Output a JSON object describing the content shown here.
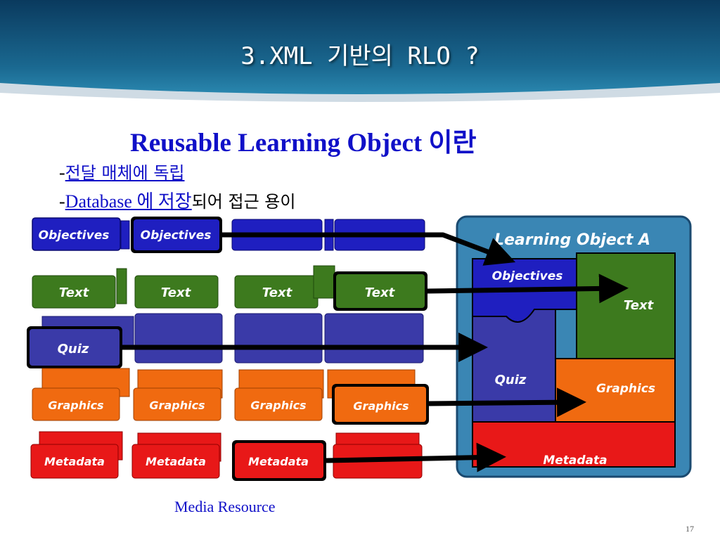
{
  "slide": {
    "title": "3.XML 기반의 RLO ?",
    "heading": "Reusable Learning Object 이란",
    "bullets": [
      {
        "dash": "-",
        "link": "전달 매체에 독립",
        "rest": ""
      },
      {
        "dash": "-",
        "link": "Database 에 저장",
        "rest": "되어 접근 용이"
      }
    ],
    "caption": "Media Resource",
    "page_number": "17"
  },
  "diagram": {
    "labels": {
      "objectives": "Objectives",
      "text": "Text",
      "quiz": "Quiz",
      "graphics": "Graphics",
      "metadata": "Metadata"
    },
    "learning_object_title": "Learning Object A",
    "colors": {
      "objectives": "#1f1fc0",
      "text": "#3d7a1e",
      "quiz": "#3a3aa8",
      "graphics": "#f06a10",
      "metadata": "#e81818",
      "frame": "#3a86b4"
    }
  }
}
